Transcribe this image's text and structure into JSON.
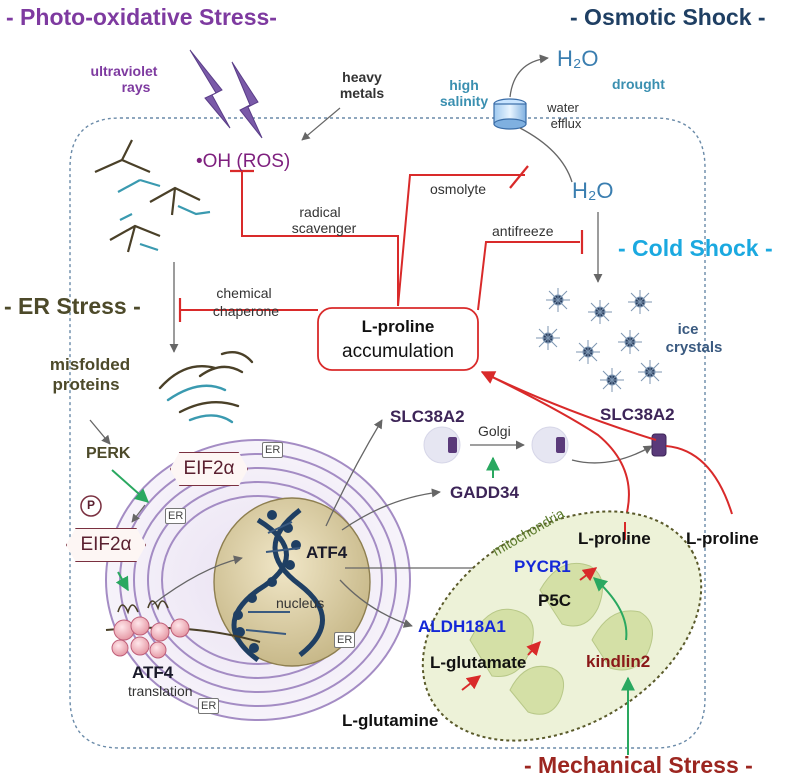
{
  "headers": {
    "photo_oxidative": "- Photo-oxidative Stress-",
    "osmotic": "- Osmotic Shock -",
    "cold": "- Cold Shock -",
    "er": "- ER Stress -",
    "mechanical": "- Mechanical Stress -"
  },
  "labels": {
    "ultraviolet": "ultraviolet",
    "rays": "rays",
    "heavy": "heavy",
    "metals": "metals",
    "ros": "•OH (ROS)",
    "high": "high",
    "salinity": "salinity",
    "h2o_top": "H₂O",
    "drought": "drought",
    "water": "water",
    "efflux": "efflux",
    "h2o_mid": "H₂O",
    "osmolyte": "osmolyte",
    "radical": "radical",
    "scavenger": "scavenger",
    "antifreeze": "antifreeze",
    "chemical": "chemical",
    "chaperone": "chaperone",
    "proline_box_1": "L-proline",
    "proline_box_2": "accumulation",
    "ice": "ice",
    "crystals": "crystals",
    "misfolded": "misfolded",
    "proteins": "proteins",
    "slc38a2_top": "SLC38A2",
    "golgi": "Golgi",
    "slc38a2_right": "SLC38A2",
    "perk": "PERK",
    "eif2a_top": "EIF2α",
    "eif2a_bottom": "EIF2α",
    "phospho": "P",
    "er_1": "ER",
    "er_2": "ER",
    "er_3": "ER",
    "er_4": "ER",
    "gadd34": "GADD34",
    "atf4_nucleus": "ATF4",
    "nucleus": "nucleus",
    "mitochondria": "mitochondria",
    "l_proline_mito": "L-proline",
    "l_proline_out": "L-proline",
    "pycr1": "PYCR1",
    "p5c": "P5C",
    "aldh18a1": "ALDH18A1",
    "l_glutamate": "L-glutamate",
    "kindlin2": "kindlin2",
    "atf4_translation": "ATF4",
    "translation": "translation",
    "l_glutamine": "L-glutamine"
  },
  "colors": {
    "purple": "#7e3aa0",
    "navy": "#1f3f63",
    "cyan": "#1ba9e0",
    "olive": "#4d4a2a",
    "maroon": "#9c2620",
    "red_inhibit": "#d92a2a",
    "green": "#2aa860",
    "blue_enzyme": "#1428d8",
    "teal_label": "#3a8fb0"
  }
}
